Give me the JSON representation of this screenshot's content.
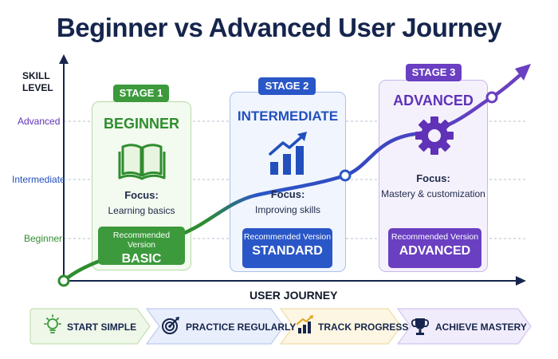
{
  "title": "Beginner vs Advanced User Journey",
  "axis": {
    "y_label_line1": "SKILL",
    "y_label_line2": "LEVEL",
    "levels": [
      "Advanced",
      "Intermediate",
      "Beginner"
    ],
    "x_label": "USER JOURNEY"
  },
  "stages": [
    {
      "badge": "STAGE 1",
      "title": "BEGINNER",
      "icon": "book-icon",
      "focus_label": "Focus:",
      "focus_text": "Learning basics",
      "rec_label": "Recommended Version",
      "rec_value": "BASIC",
      "color": "#3c9a3c"
    },
    {
      "badge": "STAGE 2",
      "title": "INTERMEDIATE",
      "icon": "bar-chart-icon",
      "focus_label": "Focus:",
      "focus_text": "Improving skills",
      "rec_label": "Recommended Version",
      "rec_value": "STANDARD",
      "color": "#2a57c7"
    },
    {
      "badge": "STAGE 3",
      "title": "ADVANCED",
      "icon": "gear-icon",
      "focus_label": "Focus:",
      "focus_text": "Mastery & customization",
      "rec_label": "Recommended Version",
      "rec_value": "ADVANCED",
      "color": "#6a3fc1"
    }
  ],
  "steps": [
    {
      "label": "START SIMPLE",
      "icon": "lightbulb-icon"
    },
    {
      "label": "PRACTICE REGULARLY",
      "icon": "target-icon"
    },
    {
      "label": "TRACK PROGRESS",
      "icon": "growth-chart-icon"
    },
    {
      "label": "ACHIEVE MASTERY",
      "icon": "trophy-icon"
    }
  ],
  "colors": {
    "navy": "#16254d",
    "green": "#3c9a3c",
    "blue": "#2a57c7",
    "purple": "#6a3fc1",
    "level_beginner": "#2f8d2f",
    "level_intermediate": "#2150bd",
    "level_advanced": "#5f32b8"
  }
}
